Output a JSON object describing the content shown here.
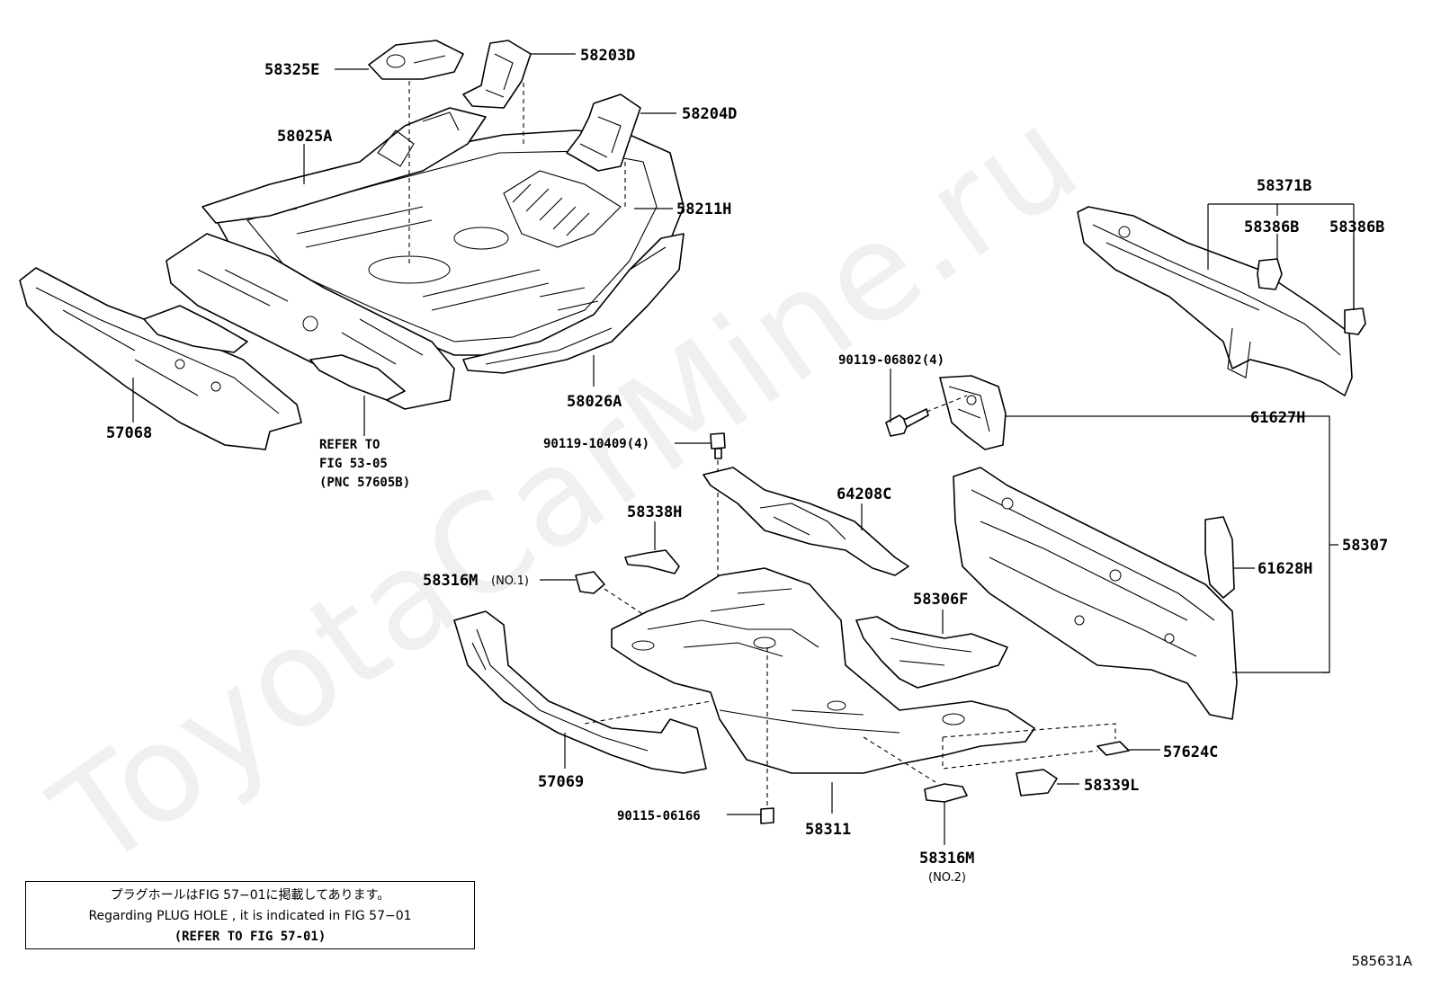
{
  "watermark": "ToyotaCarMine.ru",
  "labels": {
    "p58325E": "58325E",
    "p58203D": "58203D",
    "p58204D": "58204D",
    "p58025A": "58025A",
    "p58211H": "58211H",
    "p58026A": "58026A",
    "p57068": "57068",
    "refer_line1": "REFER TO",
    "refer_line2": "FIG 53-05",
    "refer_line3": "(PNC 57605B)",
    "p58371B": "58371B",
    "p58386B_1": "58386B",
    "p58386B_2": "58386B",
    "p90119_06802": "90119-06802(4)",
    "p61627H": "61627H",
    "p90119_10409": "90119-10409(4)",
    "p64208C": "64208C",
    "p58338H": "58338H",
    "p58316M_1": "58316M",
    "p58316M_1_note": "(NO.1)",
    "p58306F": "58306F",
    "p61628H": "61628H",
    "p58307": "58307",
    "p57069": "57069",
    "p57624C": "57624C",
    "p58339L": "58339L",
    "p90115_06166": "90115-06166",
    "p58311": "58311",
    "p58316M_2": "58316M",
    "p58316M_2_note": "(NO.2)"
  },
  "note": {
    "jp": "プラグホールはFIG 57−01に掲載してあります。",
    "en": "Regarding PLUG HOLE , it is indicated in FIG 57−01",
    "ref": "(REFER TO FIG 57-01)"
  },
  "figure_id": "585631A"
}
